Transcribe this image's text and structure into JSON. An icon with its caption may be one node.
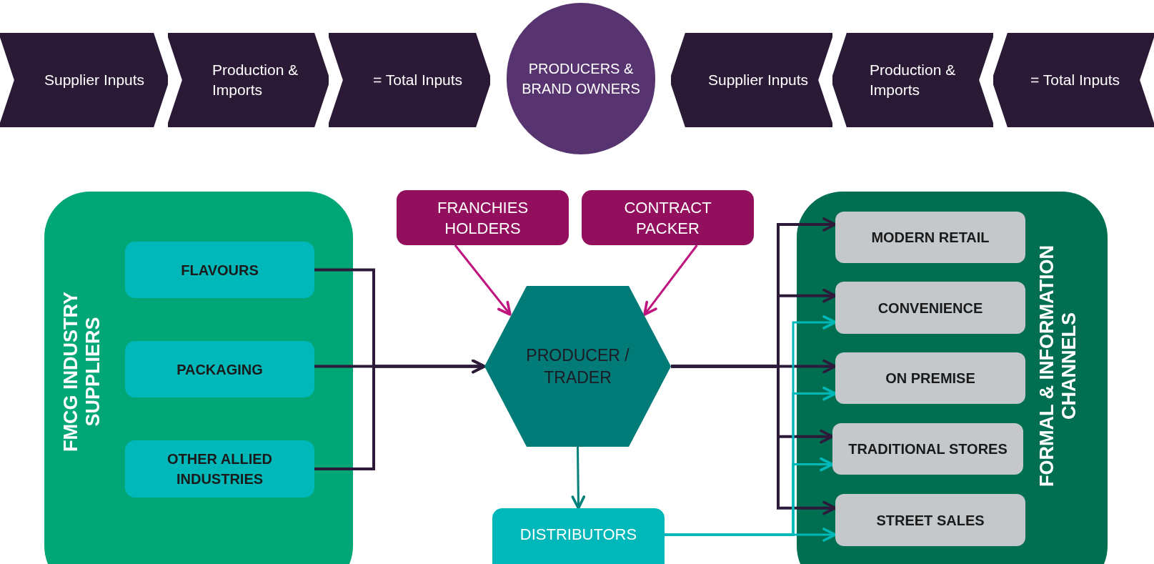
{
  "diagram": {
    "nodes": [
      {
        "text": [
          "Supplier Inputs"
        ]
      },
      {
        "text": [
          "Production & Imports"
        ]
      },
      {
        "text": [
          "= Total Inputs"
        ]
      },
      {
        "text": [
          "PRODUCERS & BRAND OWNERS"
        ]
      },
      {
        "text": [
          "Supplier Inputs"
        ]
      },
      {
        "text": [
          "Production & Imports"
        ]
      },
      {
        "text": [
          "= Total Inputs"
        ]
      },
      {
        "text": [
          "FMCG INDUSTRY SUPPLIERS"
        ]
      },
      {
        "text": [
          "FLAVOURS"
        ],
        "in": 7
      },
      {
        "text": [
          "PACKAGING"
        ],
        "in": 7
      },
      {
        "text": [
          "OTHER ALLIED INDUSTRIES"
        ],
        "in": 7
      },
      {
        "text": [
          "FRANCHIES HOLDERS"
        ]
      },
      {
        "text": [
          "CONTRACT PACKER"
        ]
      },
      {
        "text": [
          "PRODUCER / TRADER"
        ]
      },
      {
        "text": [
          "DISTRIBUTORS"
        ]
      },
      {
        "text": [
          "FORMAL & INFORMATION CHANNELS"
        ]
      },
      {
        "text": [
          "MODERN RETAIL"
        ],
        "in": 15
      },
      {
        "text": [
          "CONVENIENCE"
        ],
        "in": 15
      },
      {
        "text": [
          "ON PREMISE"
        ],
        "in": 15
      },
      {
        "text": [
          "TRADITIONAL STORES"
        ],
        "in": 15
      },
      {
        "text": [
          "STREET SALES"
        ],
        "in": 15
      }
    ],
    "edges": [
      {
        "from": 8,
        "to": 13,
        "arrow": "to"
      },
      {
        "from": 9,
        "to": 13,
        "arrow": "to"
      },
      {
        "from": 10,
        "to": 13,
        "arrow": "to"
      },
      {
        "from": 11,
        "to": 13,
        "arrow": "to",
        "color": "#c0147f"
      },
      {
        "from": 12,
        "to": 13,
        "arrow": "to",
        "color": "#c0147f"
      },
      {
        "from": 13,
        "to": 14,
        "arrow": "to",
        "color": "#00807a"
      },
      {
        "from": 13,
        "to": 16,
        "arrow": "to"
      },
      {
        "from": 13,
        "to": 17,
        "arrow": "to"
      },
      {
        "from": 13,
        "to": 18,
        "arrow": "to"
      },
      {
        "from": 13,
        "to": 19,
        "arrow": "to"
      },
      {
        "from": 13,
        "to": 20,
        "arrow": "to"
      },
      {
        "from": 14,
        "to": 17,
        "arrow": "to",
        "color": "#00b8b8"
      },
      {
        "from": 14,
        "to": 18,
        "arrow": "to",
        "color": "#00b8b8"
      },
      {
        "from": 14,
        "to": 19,
        "arrow": "to",
        "color": "#00b8b8"
      },
      {
        "from": 14,
        "to": 20,
        "arrow": "to",
        "color": "#00b8b8"
      }
    ]
  }
}
